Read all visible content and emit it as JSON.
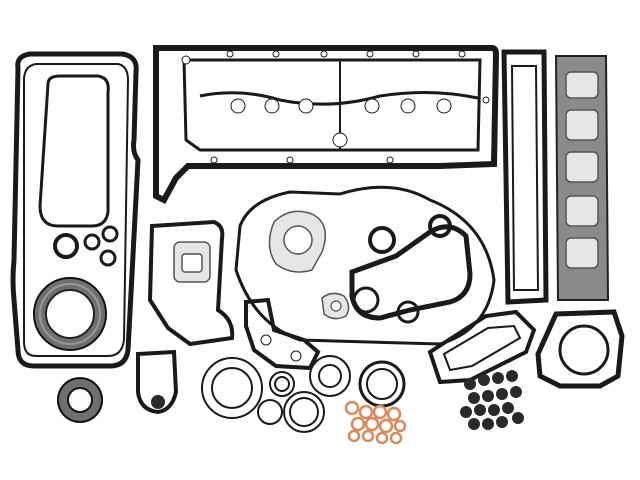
{
  "image": {
    "subject": "engine-gasket-set",
    "background_color": "#ffffff",
    "gasket_color": "#1a1a1a",
    "metal_insert_color": "#e6e6e6",
    "copper_washer_color": "#d9895a",
    "valve_stem_seal_count": 16,
    "copper_washer_count": 12
  }
}
